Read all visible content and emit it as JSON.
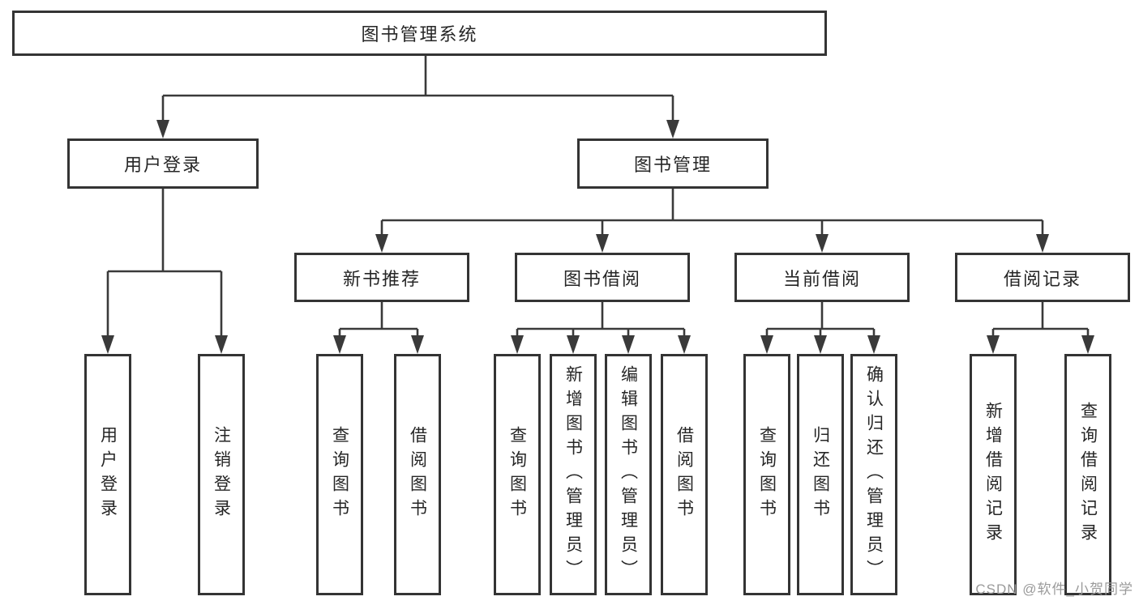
{
  "nodes": {
    "root": "图书管理系统",
    "login": "用户登录",
    "manage": "图书管理",
    "recommend": "新书推荐",
    "borrow": "图书借阅",
    "current": "当前借阅",
    "record": "借阅记录",
    "login_user": "用户登录",
    "login_logout": "注销登录",
    "rec_query": "查询图书",
    "rec_borrow": "借阅图书",
    "bor_query": "查询图书",
    "bor_add": "新增图书（管理员）",
    "bor_edit": "编辑图书（管理员）",
    "bor_borrow": "借阅图书",
    "cur_query": "查询图书",
    "cur_return": "归还图书",
    "cur_confirm": "确认归还（管理员）",
    "record_add": "新增借阅记录",
    "record_query": "查询借阅记录"
  },
  "watermark": "CSDN @软件_小贺同学",
  "colors": {
    "line": "#3a3a3a",
    "box_border": "#343434",
    "text": "#262626",
    "watermark": "#9a9a9a",
    "background": "#ffffff"
  }
}
